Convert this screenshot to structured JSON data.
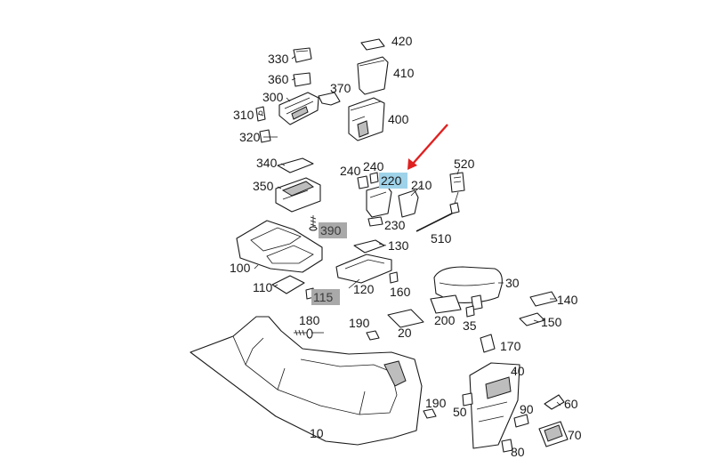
{
  "labels": {
    "p330": "330",
    "p420": "420",
    "p410": "410",
    "p360": "360",
    "p370": "370",
    "p300": "300",
    "p400": "400",
    "p310": "310",
    "p320": "320",
    "p340": "340",
    "p240a": "240",
    "p240b": "240",
    "p520": "520",
    "p350": "350",
    "p220": "220",
    "p210": "210",
    "p390": "390",
    "p230": "230",
    "p510": "510",
    "p130": "130",
    "p100": "100",
    "p30": "30",
    "p110": "110",
    "p115": "115",
    "p120": "120",
    "p160": "160",
    "p140": "140",
    "p180": "180",
    "p190a": "190",
    "p200": "200",
    "p35": "35",
    "p150": "150",
    "p20": "20",
    "p170": "170",
    "p40": "40",
    "p190b": "190",
    "p60": "60",
    "p90": "90",
    "p50": "50",
    "p10": "10",
    "p70": "70",
    "p80": "80"
  },
  "highlights": {
    "selected_part": "220",
    "secondary_parts": [
      "390",
      "115"
    ]
  },
  "colors": {
    "selected_highlight": "#9fd3ea",
    "secondary_highlight": "#a9a9a9",
    "arrow": "#e02020"
  }
}
